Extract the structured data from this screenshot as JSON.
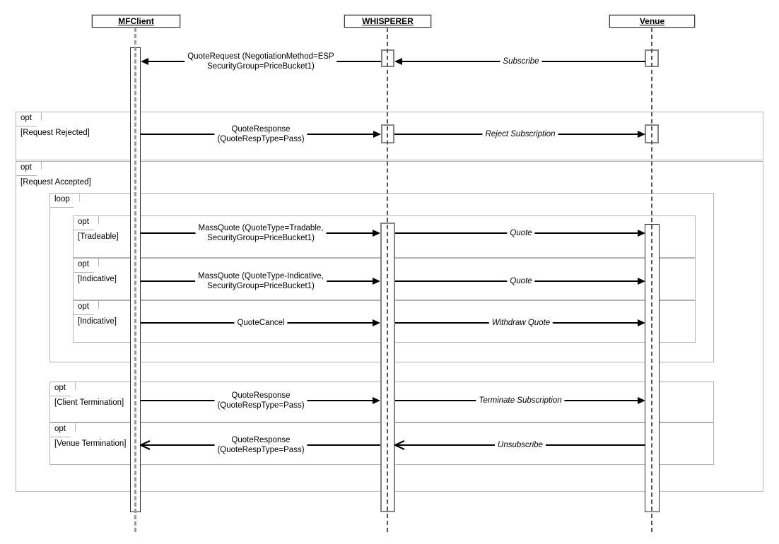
{
  "participants": [
    {
      "label": "MFClient"
    },
    {
      "label": "WHISPERER"
    },
    {
      "label": "Venue"
    }
  ],
  "frames": {
    "request_rejected": {
      "operator": "opt",
      "guard": "[Request Rejected]"
    },
    "request_accepted": {
      "operator": "opt",
      "guard": "[Request Accepted]"
    },
    "loop": {
      "operator": "loop"
    },
    "tradeable": {
      "operator": "opt",
      "guard": "[Tradeable]"
    },
    "indicative_quote": {
      "operator": "opt",
      "guard": "[Indicative]"
    },
    "indicative_cancel": {
      "operator": "opt",
      "guard": "[Indicative]"
    },
    "client_termination": {
      "operator": "opt",
      "guard": "[Client Termination]"
    },
    "venue_termination": {
      "operator": "opt",
      "guard": "[Venue Termination]"
    }
  },
  "messages": [
    {
      "line1": "QuoteRequest (NegotiationMethod=ESP",
      "line2": "SecurityGroup=PriceBucket1)",
      "from": "WHISPERER",
      "to": "MFClient"
    },
    {
      "line1": "Subscribe",
      "from": "Venue",
      "to": "WHISPERER"
    },
    {
      "line1": "QuoteResponse",
      "line2": "(QuoteRespType=Pass)",
      "from": "MFClient",
      "to": "WHISPERER"
    },
    {
      "line1": "Reject Subscription",
      "from": "WHISPERER",
      "to": "Venue"
    },
    {
      "line1": "MassQuote (QuoteType=Tradable,",
      "line2": "SecurityGroup=PriceBucket1)",
      "from": "MFClient",
      "to": "WHISPERER"
    },
    {
      "line1": "Quote",
      "from": "WHISPERER",
      "to": "Venue"
    },
    {
      "line1": "MassQuote (QuoteType-Indicative,",
      "line2": "SecurityGroup=PriceBucket1)",
      "from": "MFClient",
      "to": "WHISPERER"
    },
    {
      "line1": "Quote",
      "from": "WHISPERER",
      "to": "Venue"
    },
    {
      "line1": "QuoteCancel",
      "from": "MFClient",
      "to": "WHISPERER"
    },
    {
      "line1": "Withdraw Quote",
      "from": "WHISPERER",
      "to": "Venue"
    },
    {
      "line1": "QuoteResponse",
      "line2": "(QuoteRespType=Pass)",
      "from": "MFClient",
      "to": "WHISPERER"
    },
    {
      "line1": "Terminate Subscription",
      "from": "WHISPERER",
      "to": "Venue"
    },
    {
      "line1": "QuoteResponse",
      "line2": "(QuoteRespType=Pass)",
      "from": "WHISPERER",
      "to": "MFClient"
    },
    {
      "line1": "Unsubscribe",
      "from": "Venue",
      "to": "WHISPERER"
    }
  ],
  "colors": {
    "frame_border": "#b3b3b3",
    "lifeline": "#9a9a9a",
    "arrow": "#000000",
    "background": "#ffffff"
  }
}
